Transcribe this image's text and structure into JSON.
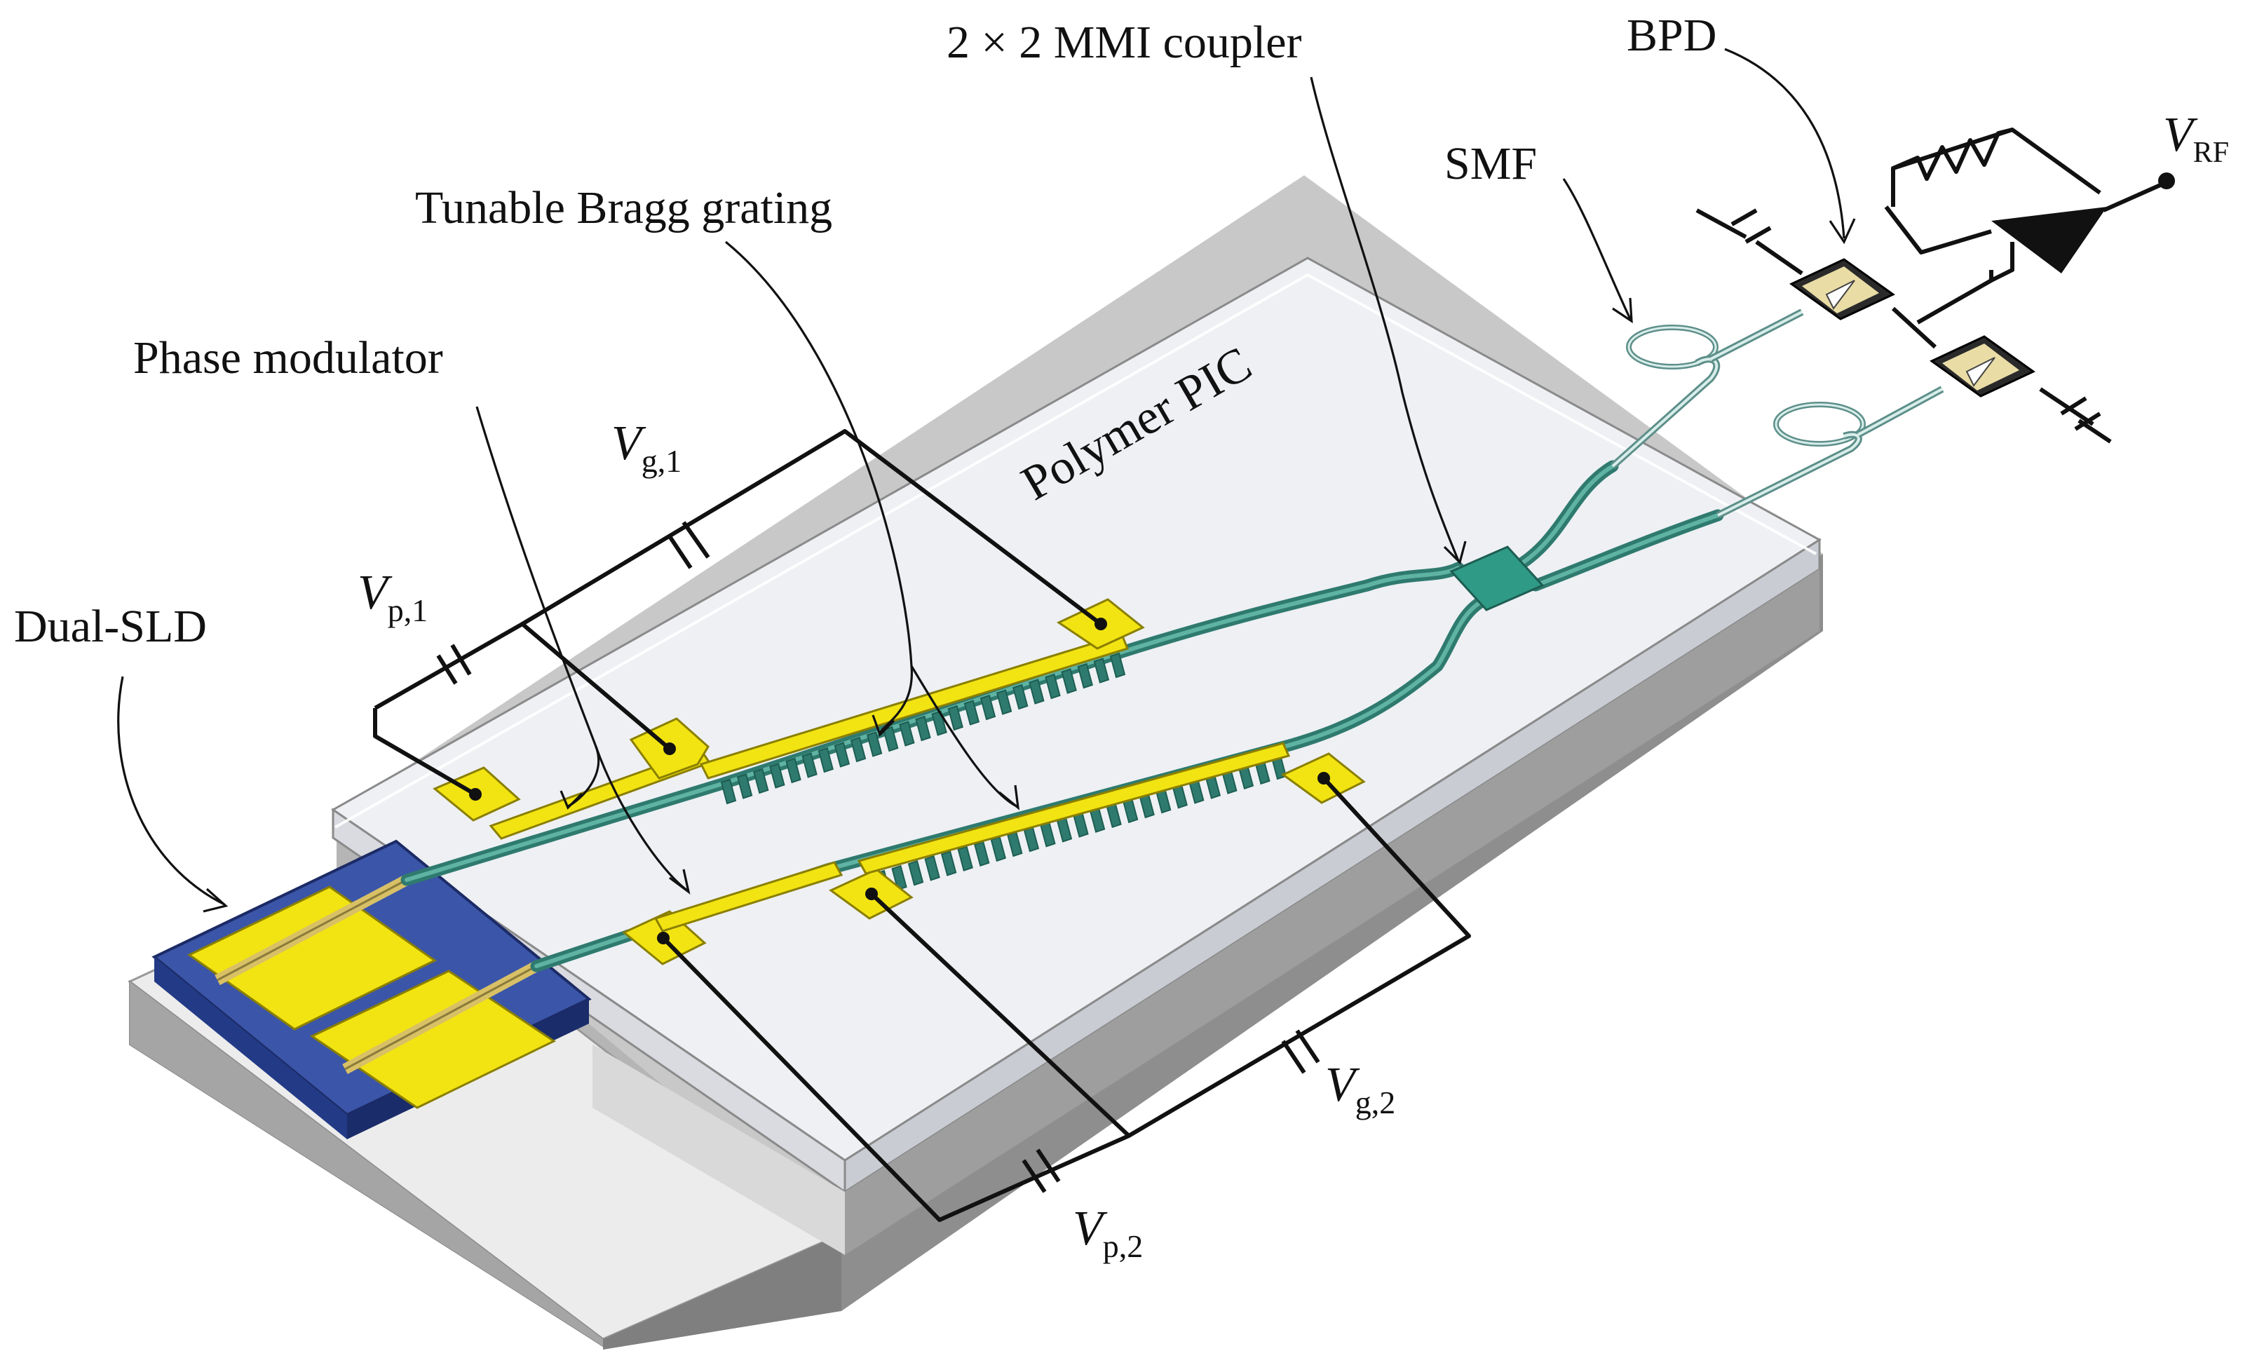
{
  "labels": {
    "mmi": "2 × 2 MMI coupler",
    "bpd": "BPD",
    "smf": "SMF",
    "bragg": "Tunable Bragg grating",
    "phase": "Phase modulator",
    "pic": "Polymer PIC",
    "sld": "Dual-SLD",
    "vg1": {
      "main": "V",
      "sub": "g,1"
    },
    "vp1": {
      "main": "V",
      "sub": "p,1"
    },
    "vg2": {
      "main": "V",
      "sub": "g,2"
    },
    "vp2": {
      "main": "V",
      "sub": "p,2"
    },
    "vrf": {
      "main": "V",
      "sub": "RF"
    }
  },
  "colors": {
    "electrode": "#f2e412",
    "waveguide": "#2f7a6f",
    "sld_substrate": "#3b55a8",
    "pic_top": "#eef0f4",
    "base_side": "#9a9a9a"
  }
}
